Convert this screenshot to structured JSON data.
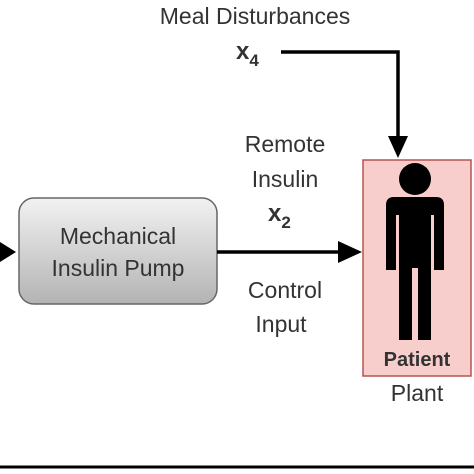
{
  "meal_disturbance": {
    "label": "Meal Disturbances",
    "symbol": "x",
    "subscript": "4"
  },
  "remote_insulin": {
    "line1": "Remote",
    "line2": "Insulin",
    "symbol": "x",
    "subscript": "2"
  },
  "pump": {
    "line1": "Mechanical",
    "line2": "Insulin Pump"
  },
  "control_input": {
    "line1": "Control",
    "line2": "Input"
  },
  "patient": {
    "label": "Patient",
    "sublabel": "Plant"
  },
  "colors": {
    "patient_box_fill": "#f8cecc",
    "patient_box_stroke": "#b85450",
    "pump_box_fill_top": "#f2f2f2",
    "pump_box_fill_bottom": "#b3b3b3",
    "pump_box_stroke": "#666666",
    "arrow": "#000000",
    "person": "#000000"
  }
}
